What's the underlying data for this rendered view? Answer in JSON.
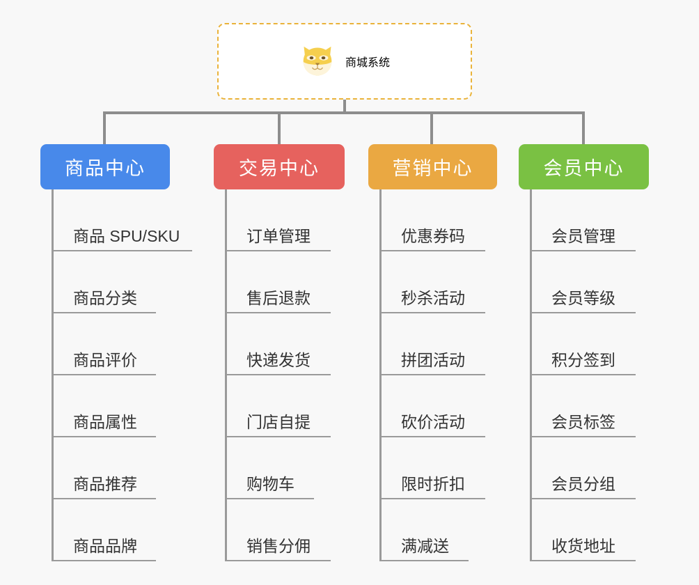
{
  "diagram": {
    "title": "商城系统",
    "root_icon": "shiba-dog-icon",
    "background_color": "#f8f8f8",
    "root_border_color": "#eab33a",
    "root_text_color": "#e8a93a",
    "connector_color": "#8d8d8d",
    "branches": [
      {
        "label": "商品中心",
        "color": "#4889ea",
        "items": [
          "商品 SPU/SKU",
          "商品分类",
          "商品评价",
          "商品属性",
          "商品推荐",
          "商品品牌"
        ]
      },
      {
        "label": "交易中心",
        "color": "#e6625e",
        "items": [
          "订单管理",
          "售后退款",
          "快递发货",
          "门店自提",
          "购物车",
          "销售分佣"
        ]
      },
      {
        "label": "营销中心",
        "color": "#eaa842",
        "items": [
          "优惠券码",
          "秒杀活动",
          "拼团活动",
          "砍价活动",
          "限时折扣",
          "满减送"
        ]
      },
      {
        "label": "会员中心",
        "color": "#7ac143",
        "items": [
          "会员管理",
          "会员等级",
          "积分签到",
          "会员标签",
          "会员分组",
          "收货地址"
        ]
      }
    ]
  }
}
